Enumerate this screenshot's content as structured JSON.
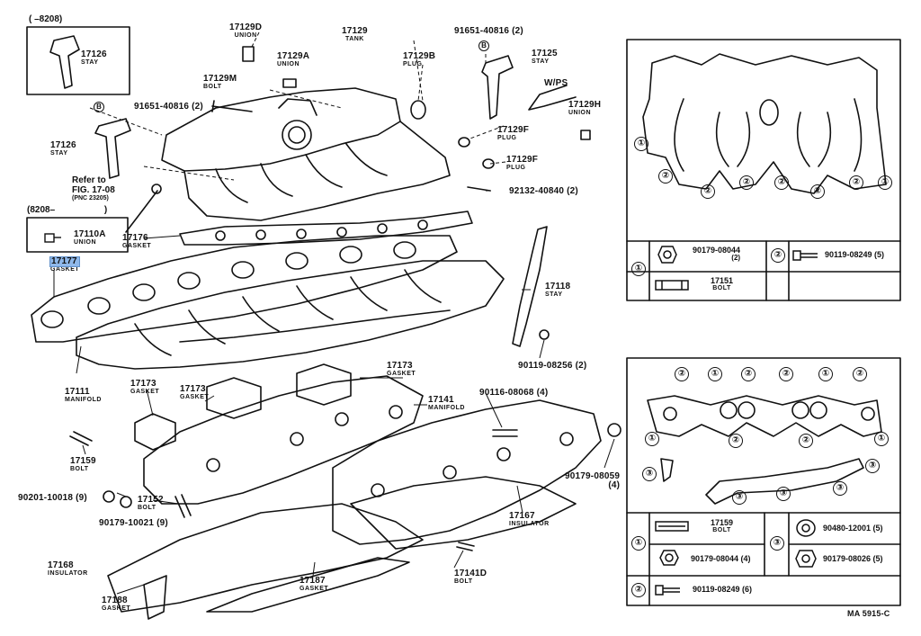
{
  "diagram_code": "MA 5915-C",
  "inset_top": {
    "range": "( –8208)",
    "part": "17126",
    "name": "STAY"
  },
  "inset_mid": {
    "range": "(8208–",
    "range_close": ")",
    "part": "17110A",
    "name": "UNION"
  },
  "refer_note": {
    "line1": "Refer to",
    "line2": "FIG. 17-08",
    "line3": "(PNC 23205)"
  },
  "wps_label": "W/PS",
  "labels": {
    "p17129d": {
      "num": "17129D",
      "name": "UNION"
    },
    "p17129": {
      "num": "17129",
      "name": "TANK"
    },
    "p91651a": {
      "num": "91651-40816 (2)"
    },
    "p17125": {
      "num": "17125",
      "name": "STAY"
    },
    "p17129a": {
      "num": "17129A",
      "name": "UNION"
    },
    "p17129b": {
      "num": "17129B",
      "name": "PLUG"
    },
    "p17129m": {
      "num": "17129M",
      "name": "BOLT"
    },
    "p91651b": {
      "num": "91651-40816 (2)"
    },
    "p17129h": {
      "num": "17129H",
      "name": "UNION"
    },
    "p17126": {
      "num": "17126",
      "name": "STAY"
    },
    "p17129f1": {
      "num": "17129F",
      "name": "PLUG"
    },
    "p17129f2": {
      "num": "17129F",
      "name": "PLUG"
    },
    "p92132": {
      "num": "92132-40840 (2)"
    },
    "p17176": {
      "num": "17176",
      "name": "GASKET"
    },
    "p17177": {
      "num": "17177",
      "name": "GASKET"
    },
    "p17118": {
      "num": "17118",
      "name": "STAY"
    },
    "p90119a": {
      "num": "90119-08256 (2)"
    },
    "p17111": {
      "num": "17111",
      "name": "MANIFOLD"
    },
    "p17173a": {
      "num": "17173",
      "name": "GASKET"
    },
    "p17173b": {
      "num": "17173",
      "name": "GASKET"
    },
    "p17173c": {
      "num": "17173",
      "name": "GASKET"
    },
    "p17141": {
      "num": "17141",
      "name": "MANIFOLD"
    },
    "p90116": {
      "num": "90116-08068 (4)"
    },
    "p17159": {
      "num": "17159",
      "name": "BOLT"
    },
    "p90201": {
      "num": "90201-10018 (9)"
    },
    "p17152": {
      "num": "17152",
      "name": "BOLT"
    },
    "p90179a": {
      "num": "90179-10021 (9)"
    },
    "p90179b": {
      "num": "90179-08059",
      "qty": "(4)"
    },
    "p17167": {
      "num": "17167",
      "name": "INSULATOR"
    },
    "p17168": {
      "num": "17168",
      "name": "INSULATOR"
    },
    "p17187": {
      "num": "17187",
      "name": "GASKET"
    },
    "p17141d": {
      "num": "17141D",
      "name": "BOLT"
    },
    "p17188": {
      "num": "17188",
      "name": "GASKET"
    }
  },
  "callouts": {
    "c1": "①",
    "c2": "②",
    "c3": "③"
  },
  "table_top": {
    "r1_part_a": "90179-08044",
    "r1_qty_a": "(2)",
    "r1_part_b": "90119-08249 (5)",
    "r2_part": "17151",
    "r2_name": "BOLT"
  },
  "table_bottom": {
    "a1_num": "17159",
    "a1_name": "BOLT",
    "a2": "90179-08044 (4)",
    "b1": "90119-08249 (6)",
    "c1": "90480-12001 (5)",
    "c2": "90179-08026 (5)"
  }
}
